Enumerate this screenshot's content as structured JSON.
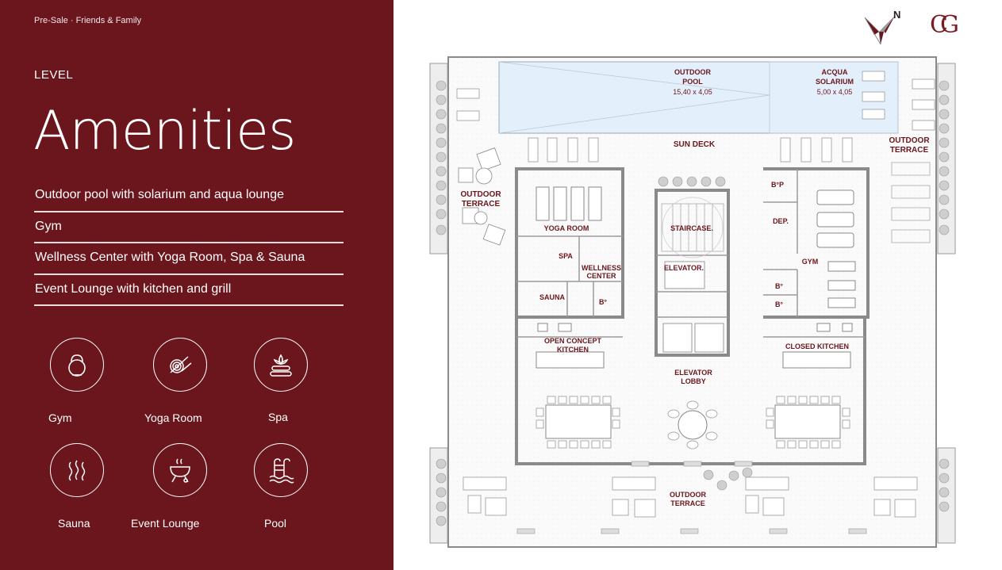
{
  "header": {
    "tag": "Pre-Sale · Friends & Family",
    "level": "LEVEL",
    "title": "Amenities"
  },
  "features": [
    "Outdoor pool with solarium and aqua lounge",
    "Gym",
    "Wellness Center with Yoga Room, Spa & Sauna",
    "Event Lounge with kitchen and grill"
  ],
  "amenity_icons": [
    {
      "label": "Gym",
      "icon": "kettlebell-icon"
    },
    {
      "label": "Yoga Room",
      "icon": "yoga-mat-icon"
    },
    {
      "label": "Spa",
      "icon": "spa-lotus-icon"
    },
    {
      "label": "Sauna",
      "icon": "sauna-steam-icon"
    },
    {
      "label": "Event Lounge",
      "icon": "grill-icon"
    },
    {
      "label": "Pool",
      "icon": "pool-ladder-icon"
    }
  ],
  "brand": {
    "compass_letter": "N",
    "logo_text": "CG"
  },
  "floorplan": {
    "labels": {
      "outdoor_pool_1": "OUTDOOR",
      "outdoor_pool_2": "POOL",
      "outdoor_pool_dim": "15,40 x 4,05",
      "acqua_1": "ACQUA",
      "acqua_2": "SOLARIUM",
      "acqua_dim": "5,00 x 4,05",
      "sun_deck": "SUN DECK",
      "outdoor_terrace_right_1": "OUTDOOR",
      "outdoor_terrace_right_2": "TERRACE",
      "outdoor_terrace_left_1": "OUTDOOR",
      "outdoor_terrace_left_2": "TERRACE",
      "yoga_room": "YOGA ROOM",
      "staircase": "STAIRCASE.",
      "bp": "B°P",
      "dep": "DEP.",
      "gym": "GYM",
      "spa": "SPA",
      "wellness_1": "WELLNESS",
      "wellness_2": "CENTER",
      "elevator": "ELEVATOR.",
      "b1": "B°",
      "b2": "B°",
      "b3": "B°",
      "sauna": "SAUNA",
      "open_kitchen_1": "OPEN CONCEPT",
      "open_kitchen_2": "KITCHEN",
      "closed_kitchen": "CLOSED KITCHEN",
      "elevator_lobby_1": "ELEVATOR",
      "elevator_lobby_2": "LOBBY",
      "outdoor_terrace_bottom_1": "OUTDOOR",
      "outdoor_terrace_bottom_2": "TERRACE"
    }
  },
  "colors": {
    "brand": "#6b151c",
    "accent_text": "#6b151c",
    "pool": "#e3f0fb"
  }
}
